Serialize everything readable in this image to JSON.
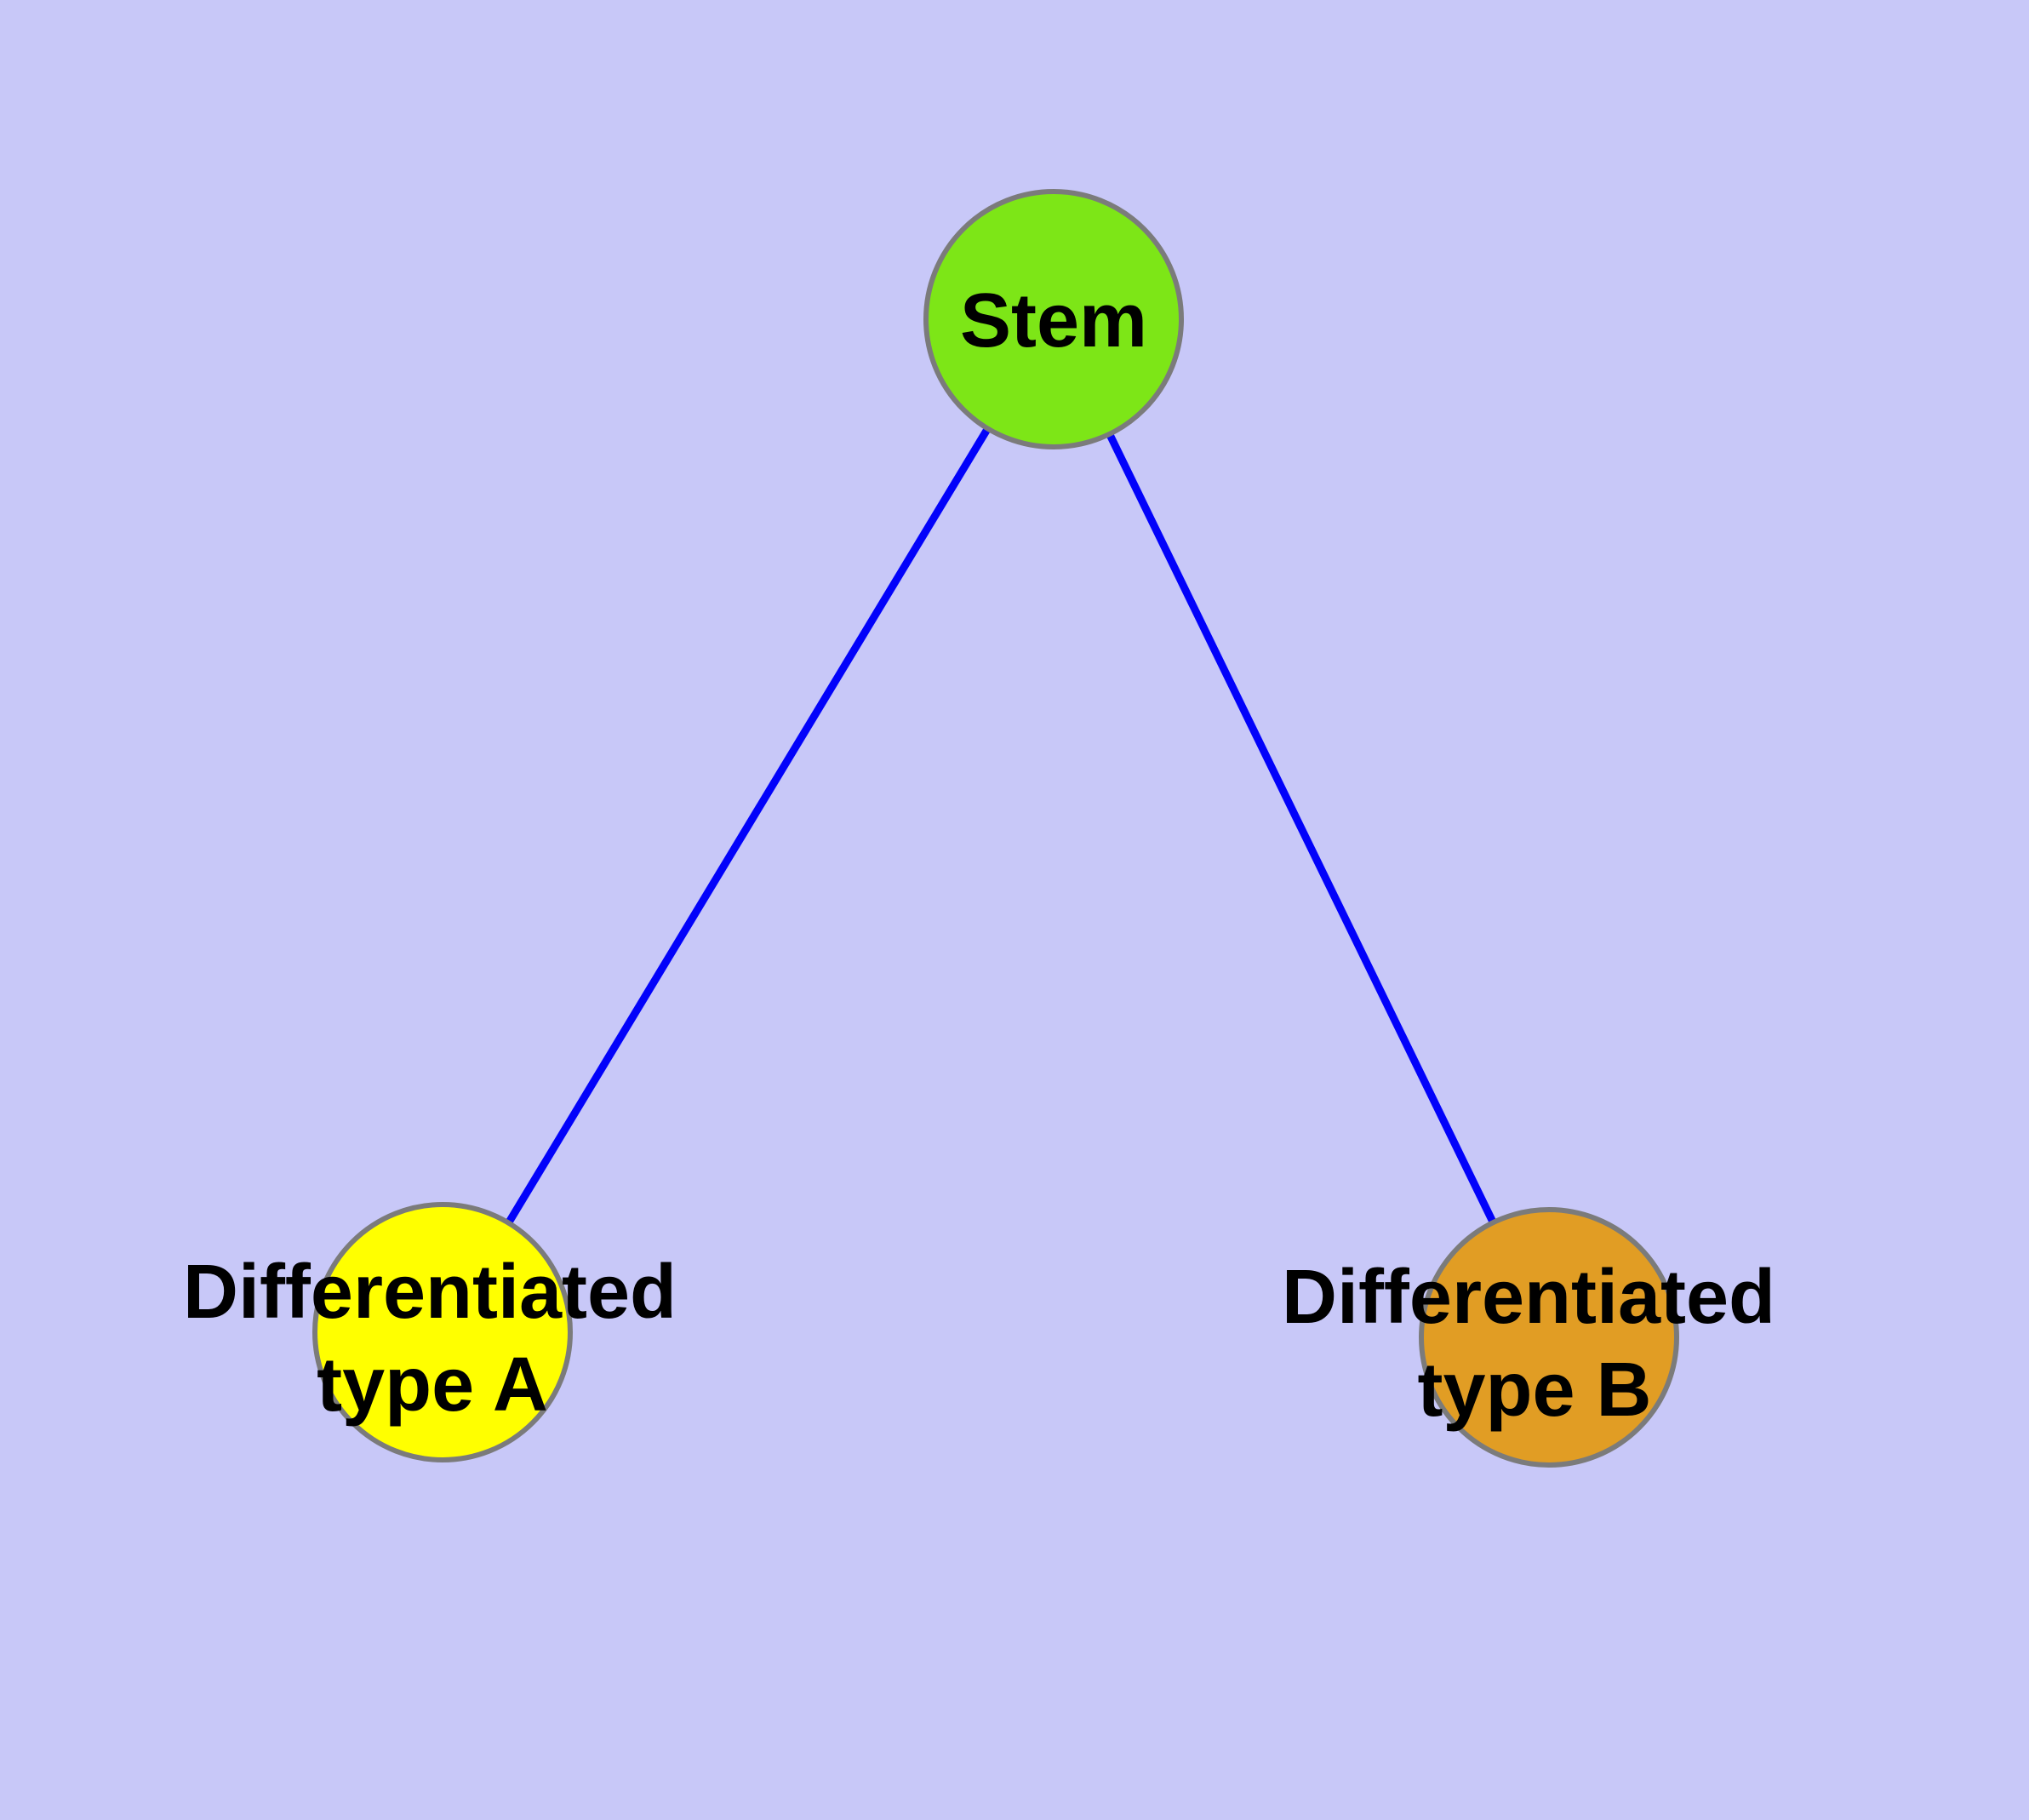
{
  "diagram": {
    "background_color": "#C8C8F8",
    "text_color": "#000000",
    "node_border_color": "#7B7B7B",
    "edge_color": "#0202FA",
    "nodes": [
      {
        "id": "stem",
        "label_lines": [
          "Stem"
        ],
        "fill_color": "#7DE617"
      },
      {
        "id": "differentiated-type-a",
        "label_lines": [
          "Differentiated",
          "type A"
        ],
        "fill_color": "#FFFF00"
      },
      {
        "id": "differentiated-type-b",
        "label_lines": [
          "Differentiated",
          "type B"
        ],
        "fill_color": "#E19D24"
      }
    ],
    "edges": [
      {
        "from": "stem",
        "to": "differentiated-type-a"
      },
      {
        "from": "stem",
        "to": "differentiated-type-b"
      }
    ]
  }
}
